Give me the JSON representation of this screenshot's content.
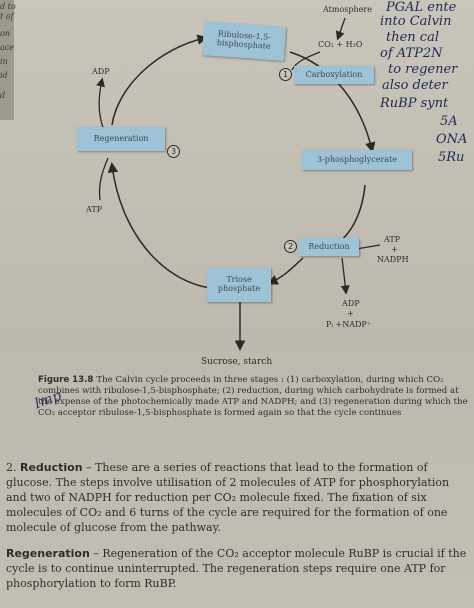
{
  "margin_fragments": [
    "d to",
    "t of",
    "on",
    "ace",
    "in",
    "id",
    "d"
  ],
  "diagram": {
    "atmosphere_label": "Atmosphere",
    "co2_water_label": "CO₂ + H₂O",
    "rubp_box": "Ribulose-1,5-bisphosphate",
    "carboxylation_box": "Carboxylation",
    "carboxylation_num": "1",
    "pga_box": "3-phosphoglycerate",
    "reduction_box": "Reduction",
    "reduction_num": "2",
    "triose_box": "Triose phosphate",
    "regeneration_box": "Regeneration",
    "regeneration_num": "3",
    "adp_top": "ADP",
    "atp_left": "ATP",
    "atp_right": "ATP",
    "plus": "+",
    "nadph": "NADPH",
    "adp_bottom": "ADP",
    "plus2": "+",
    "pi_nadp": "Pᵢ +NADP⁺",
    "sucrose": "Sucrose, starch"
  },
  "handwriting": {
    "line1": "PGAL ente",
    "line2": "into Calvin",
    "line3": "then cal",
    "line4": "of ATP2N",
    "line5": "to regener",
    "line6": "also deter",
    "line7": "RuBP synt",
    "line8": "5A",
    "line9": "ONA",
    "line10": "5Ru",
    "scribble": "Imp"
  },
  "caption": {
    "fig_label": "Figure 13.8",
    "text": "The Calvin cycle proceeds in three stages : (1) carboxylation, during which CO₂ combines with ribulose-1,5-bisphosphate; (2) reduction, during which carbohydrate is formed at the expense of the photochemically made ATP and NADPH; and (3) regeneration during which the CO₂ acceptor ribulose-1,5-bisphosphate is formed again so that the cycle continues"
  },
  "reduction_para": {
    "prefix": "2. ",
    "heading": "Reduction",
    "text": " – These are a series of reactions that lead to the formation of glucose. The steps involve utilisation of 2 molecules of ATP for phosphorylation and two of NADPH for reduction per CO₂ molecule fixed. The fixation of six molecules of CO₂ and 6 turns of the cycle are required for the formation of one molecule of glucose from the pathway."
  },
  "regeneration_para": {
    "heading": "Regeneration",
    "text": " – Regeneration of the CO₂ acceptor molecule RuBP is crucial if the cycle is to continue uninterrupted. The regeneration steps require one ATP for phosphorylation to form RuBP."
  }
}
